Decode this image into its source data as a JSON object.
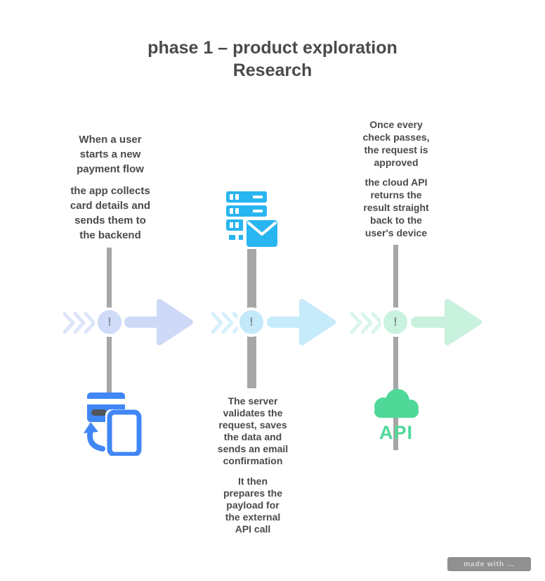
{
  "title": {
    "line1": "phase 1 – product exploration",
    "line2": "Research"
  },
  "node_glyph": "!",
  "watermark": {
    "label": "made with …"
  },
  "colors": {
    "text": "#4a4a4a",
    "trunk": "#a6a6a6",
    "arrow1": "#cdd9f6",
    "arrow2": "#c6ebfa",
    "arrow3": "#c8f1de",
    "chev1": "#dde5fa",
    "chev2": "#d6f0fb",
    "chev3": "#d9f5e9",
    "node1": "#cfdbf8",
    "node2": "#c3e9fa",
    "node3": "#c9f2df",
    "icon_blue": "#4186f5",
    "icon_cyan": "#29b5f0",
    "icon_green": "#4fd898",
    "wm_bg": "#909090",
    "wm_text": "#d8d8d8"
  },
  "steps": [
    {
      "name": "step-1",
      "icon": "card-to-phone-icon",
      "para1": [
        "When a user",
        "starts a new",
        "payment flow"
      ],
      "para2": [
        "the app collects",
        "card details and",
        "sends them to",
        "the backend"
      ]
    },
    {
      "name": "step-2",
      "icon": "server-mail-icon",
      "para1": [
        "The server",
        "validates the",
        "request, saves",
        "the data and",
        "sends an email",
        "confirmation"
      ],
      "para2": [
        "It then",
        "prepares the",
        "payload for",
        "the external",
        "API call"
      ]
    },
    {
      "name": "step-3",
      "icon": "cloud-api-icon",
      "icon_text": "API",
      "para1": [
        "Once every",
        "check passes,",
        "the request is",
        "approved"
      ],
      "para2": [
        "the cloud API",
        "returns the",
        "result straight",
        "back to the",
        "user's device"
      ]
    }
  ]
}
